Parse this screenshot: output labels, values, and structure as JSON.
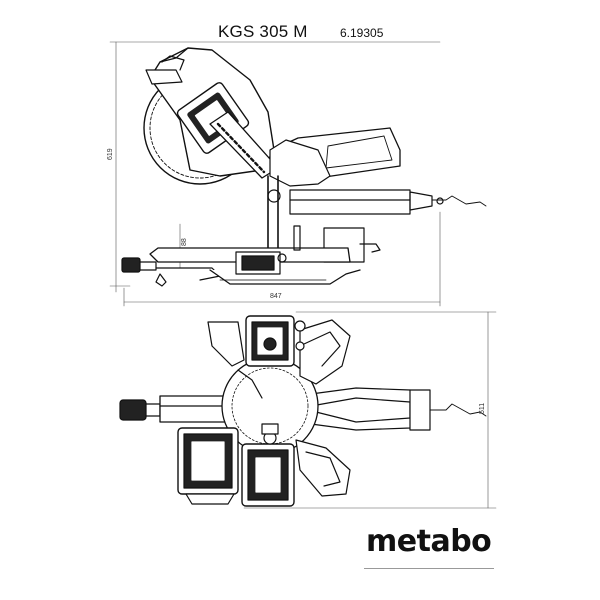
{
  "header": {
    "model": "KGS 305 M",
    "article_number": "6.19305"
  },
  "dimensions": {
    "side_height": "619",
    "side_table_height": "88",
    "side_length": "847",
    "top_depth": "511"
  },
  "brand": {
    "logo_text": "metabo"
  }
}
